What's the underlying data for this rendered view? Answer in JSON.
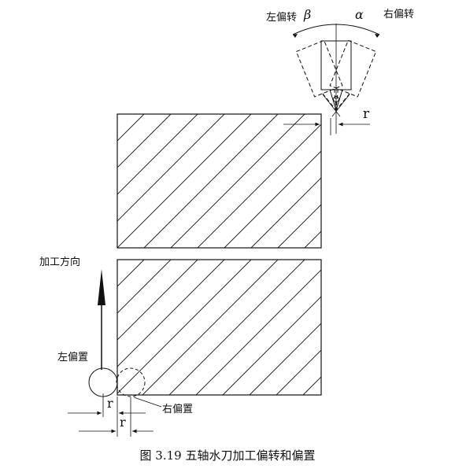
{
  "labels": {
    "left_rotation": "左偏转",
    "right_rotation": "右偏转",
    "beta": "β",
    "alpha": "α",
    "r_top": "r",
    "machining_direction": "加工方向",
    "left_offset": "左偏置",
    "right_offset": "右偏置",
    "r_bottom_1": "r",
    "r_bottom_2": "r"
  },
  "caption": "图 3.19   五轴水刀加工偏转和偏置"
}
